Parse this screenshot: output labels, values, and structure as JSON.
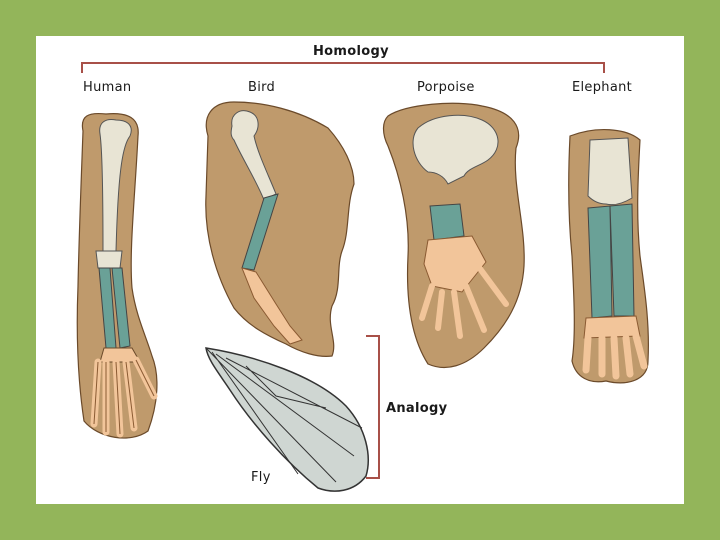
{
  "diagram": {
    "homology_label": "Homology",
    "analogy_label": "Analogy",
    "specimens": {
      "human": "Human",
      "bird": "Bird",
      "porpoise": "Porpoise",
      "elephant": "Elephant",
      "fly": "Fly"
    }
  },
  "colors": {
    "background": "#93b55a",
    "skin": "#bf9a6c",
    "bone_upper": "#e8e4d4",
    "bone_lower": "#6aa197",
    "bone_hand": "#f2c59a",
    "bracket": "#a85048",
    "wing": "#cfd6d2"
  }
}
